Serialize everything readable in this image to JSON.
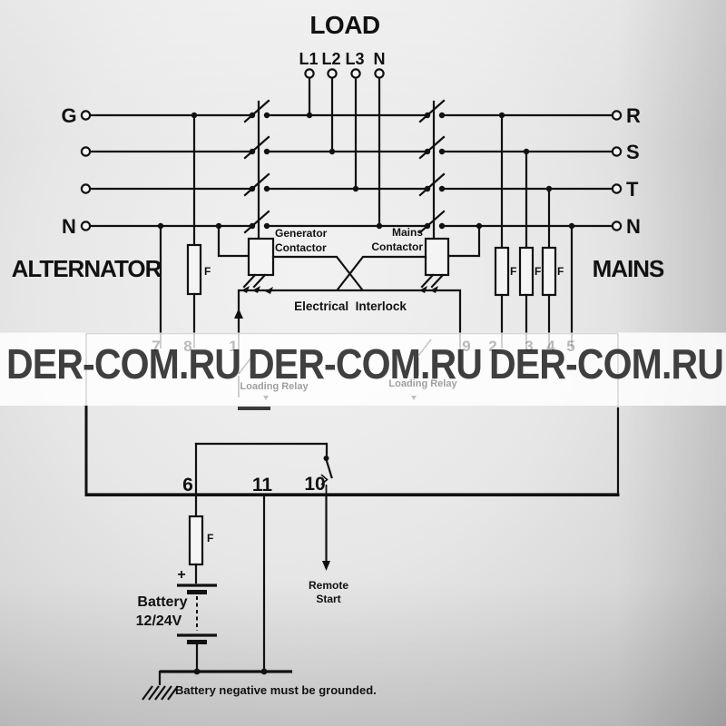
{
  "diagram": {
    "title": "LOAD",
    "left_section": "ALTERNATOR",
    "right_section": "MAINS"
  },
  "labels": {
    "load": "LOAD",
    "l1": "L1",
    "l2": "L2",
    "l3": "L3",
    "n_top": "N",
    "g": "G",
    "n_left": "N",
    "alternator": "ALTERNATOR",
    "r": "R",
    "s": "S",
    "t": "T",
    "n_right": "N",
    "mains": "MAINS",
    "gen_contactor_line1": "Generator",
    "gen_contactor_line2": "Contactor",
    "mains_contactor_line1": "Mains",
    "mains_contactor_line2": "Contactor",
    "interlock": "Electrical  Interlock",
    "fuse": "F",
    "plus": "+",
    "battery_line1": "Battery",
    "battery_line2": "12/24V",
    "remote_line1": "Remote",
    "remote_line2": "Start",
    "ground_note": "Battery negative must be grounded.",
    "loading_relay": "Loading Relay"
  },
  "terminals": {
    "t6": "6",
    "t11": "11",
    "t10": "10",
    "ghost": [
      "7",
      "8",
      "1",
      "9",
      "2",
      "3",
      "4",
      "5"
    ]
  },
  "watermark": {
    "text": "DER-COM.RU",
    "repeat_count": "3"
  },
  "colors": {
    "line": "#111111",
    "watermark_text": "#606060",
    "background": "#e0e0e0"
  }
}
